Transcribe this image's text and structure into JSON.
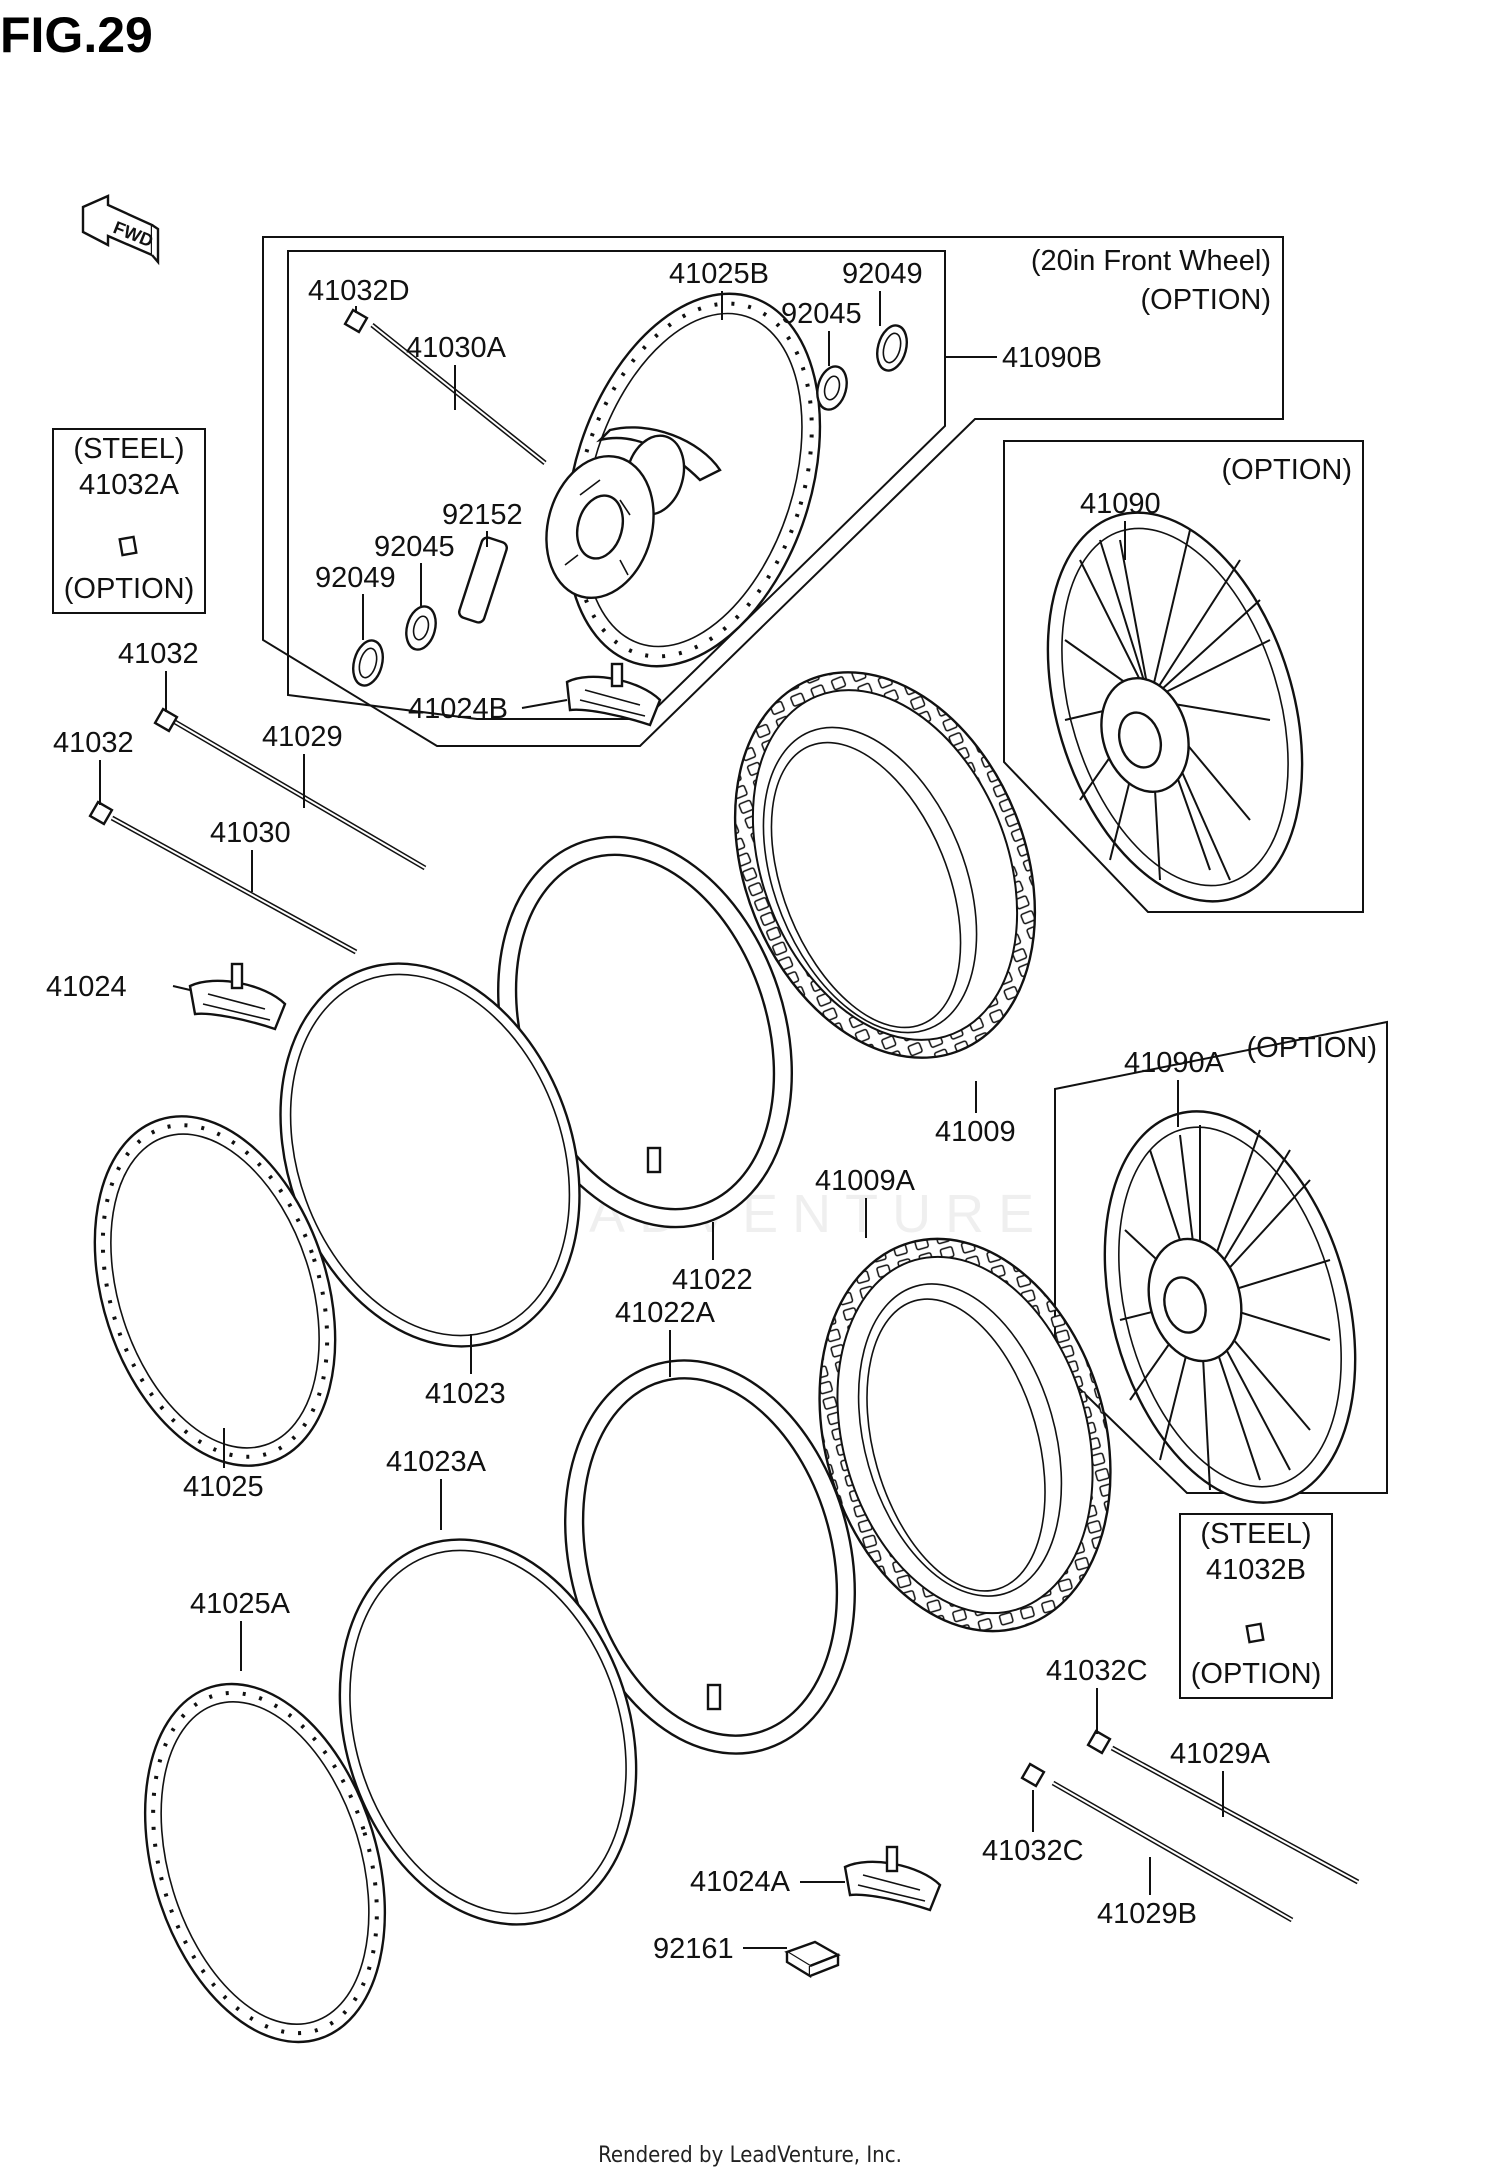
{
  "figure": {
    "title": "FIG.29"
  },
  "fwd_arrow": {
    "label": "FWD",
    "icon": "fwd-arrow-icon"
  },
  "groups": {
    "front_20in": {
      "line1": "(20in Front Wheel)",
      "line2": "(OPTION)"
    },
    "wheel_41090_option": "(OPTION)",
    "wheel_41090A_option": "(OPTION)",
    "steel_a": {
      "line1": "(STEEL)",
      "part": "41032A",
      "line3": "(OPTION)"
    },
    "steel_b": {
      "line1": "(STEEL)",
      "part": "41032B",
      "line3": "(OPTION)"
    }
  },
  "labels": {
    "p41032D": "41032D",
    "p41025B": "41025B",
    "p92049_top": "92049",
    "p92045_top": "92045",
    "p41090B": "41090B",
    "p41030A": "41030A",
    "p92152": "92152",
    "p92045_left": "92045",
    "p92049_left": "92049",
    "p41024B": "41024B",
    "p41090": "41090",
    "p41032_a": "41032",
    "p41032_b": "41032",
    "p41029": "41029",
    "p41030": "41030",
    "p41024": "41024",
    "p41009": "41009",
    "p41090A": "41090A",
    "p41022": "41022",
    "p41009A": "41009A",
    "p41023": "41023",
    "p41022A": "41022A",
    "p41025": "41025",
    "p41023A": "41023A",
    "p41025A": "41025A",
    "p41032C_top": "41032C",
    "p41029A": "41029A",
    "p41032C_bot": "41032C",
    "p41024A": "41024A",
    "p41029B": "41029B",
    "p92161": "92161"
  },
  "watermark": "LEADVENTURE",
  "footer": "Rendered by LeadVenture, Inc."
}
